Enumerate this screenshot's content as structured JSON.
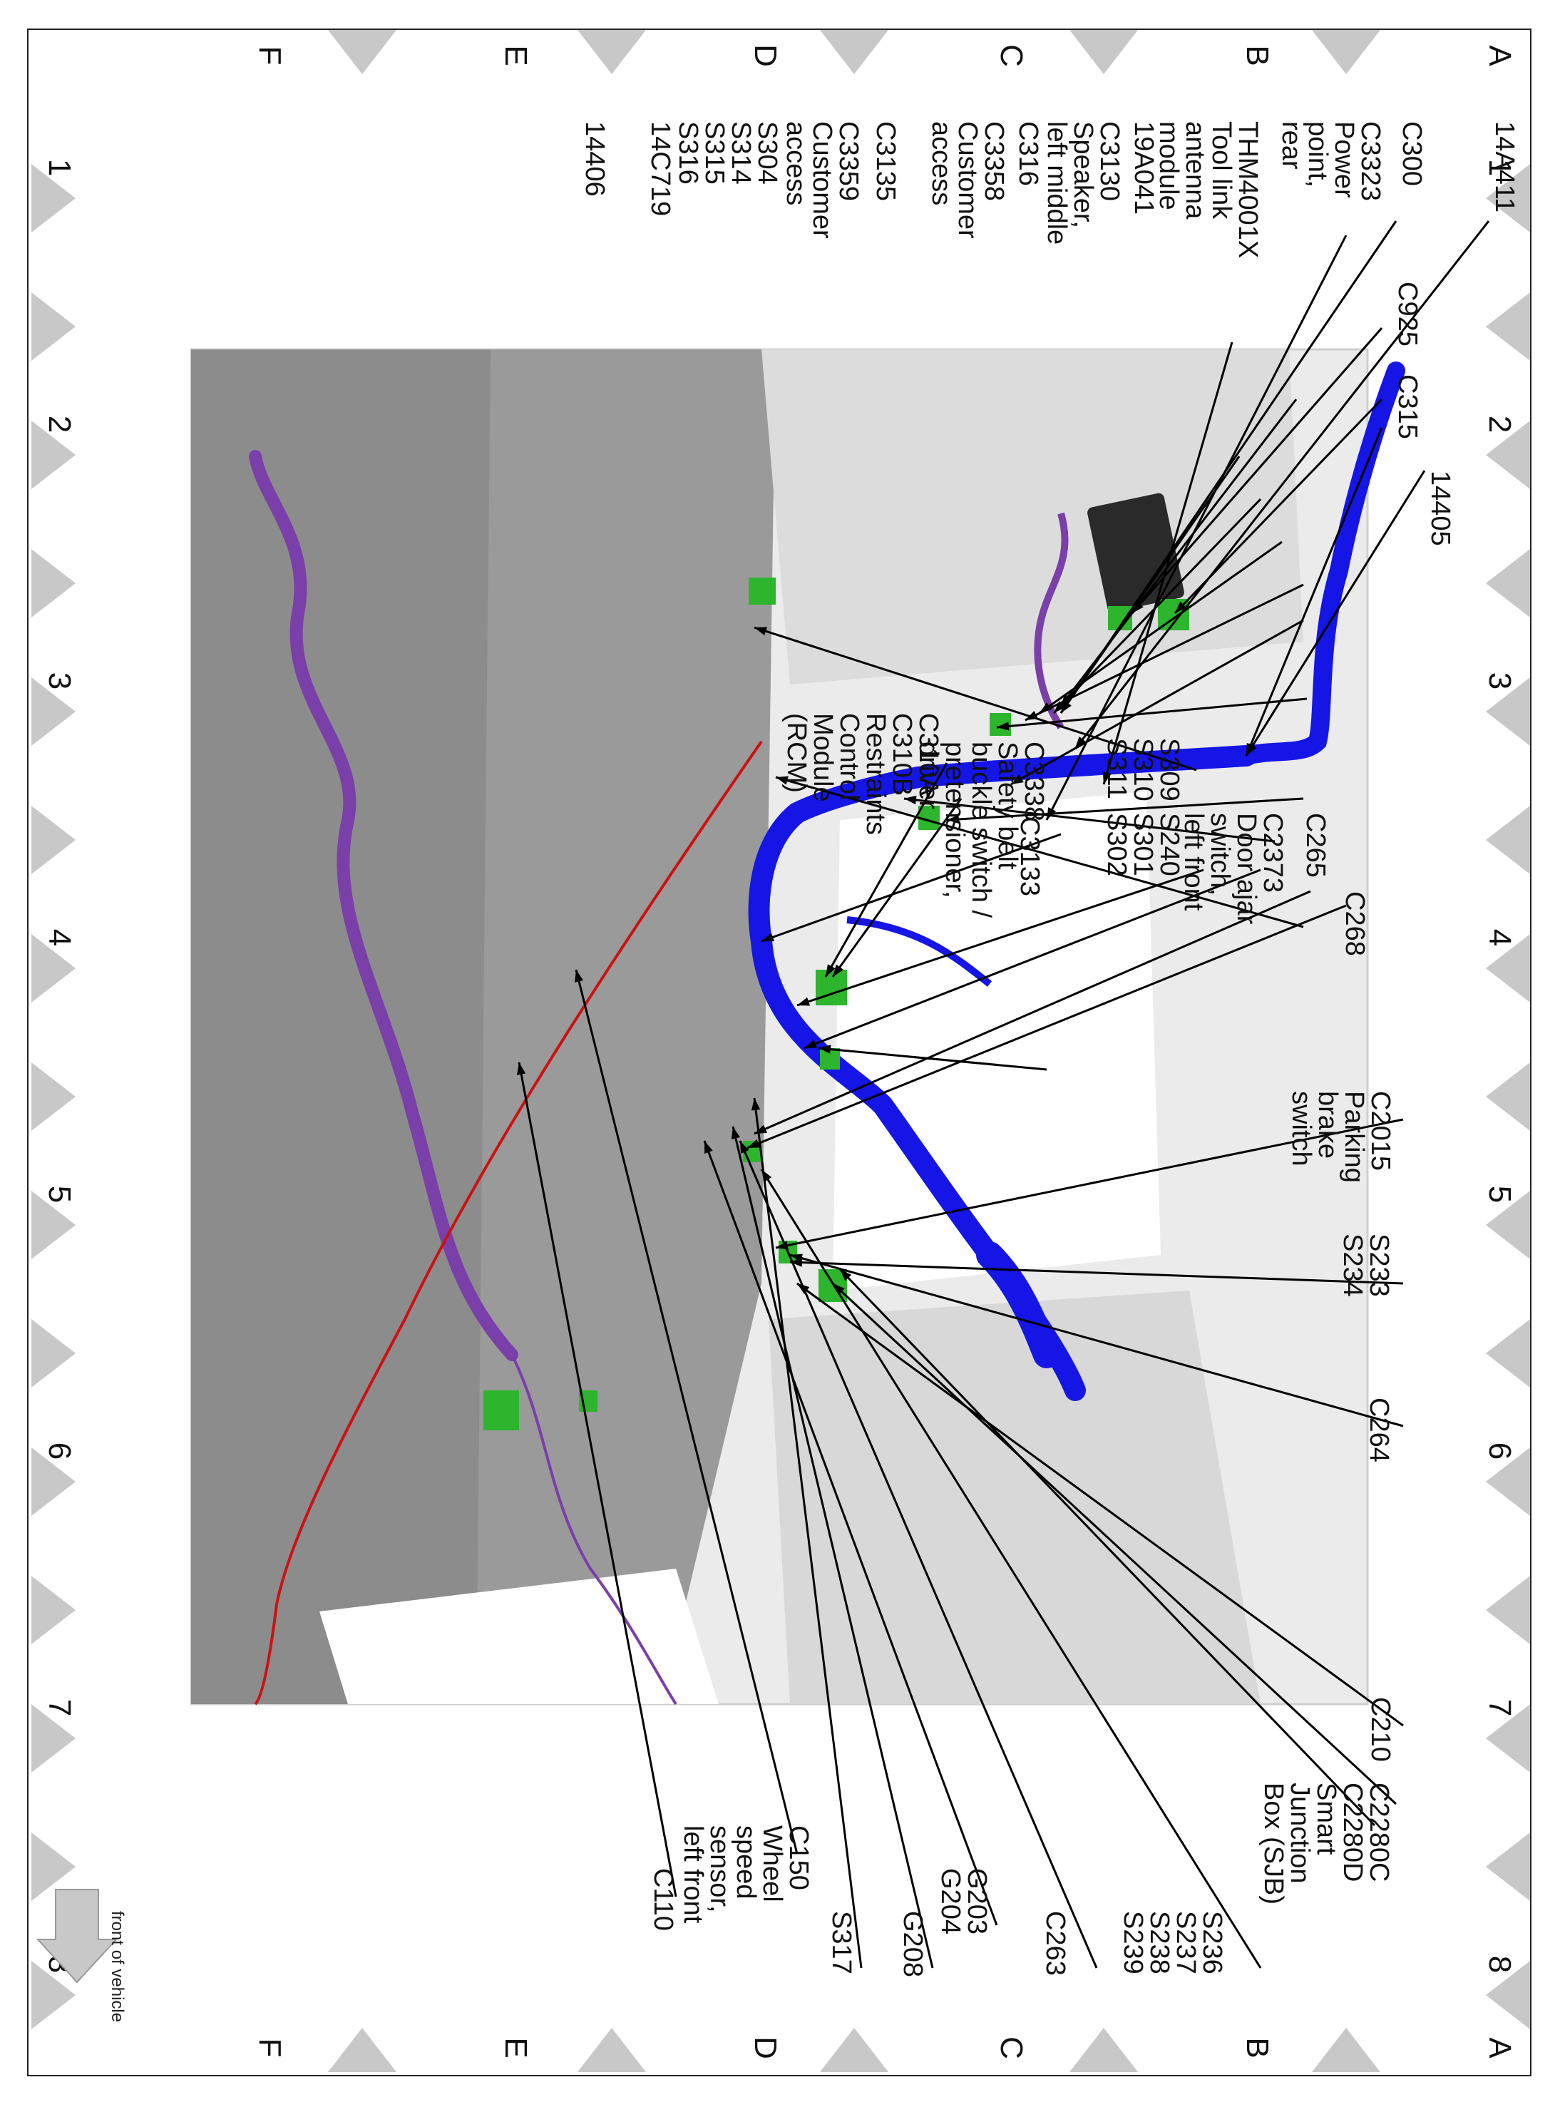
{
  "diagram": {
    "colors": {
      "main_harness": "#1515e6",
      "purple_harness": "#7a3fa8",
      "red_wire": "#cc1111",
      "connector": "#2db52d",
      "body": "#e6e6e6"
    },
    "grid": {
      "columns": [
        "1",
        "2",
        "3",
        "4",
        "5",
        "6",
        "7",
        "8"
      ],
      "rows": [
        "A",
        "B",
        "C",
        "D",
        "E",
        "F"
      ]
    },
    "labels": {
      "l_14A411": "14A411",
      "l_C300": "C300",
      "l_C3323": "C3323\nPower\npoint,\nrear",
      "l_THM": "THM4001X\nTool link\nantenna\nmodule",
      "l_19A041": "19A041",
      "l_C3130": "C3130\nSpeaker,\nleft middle",
      "l_C316": "C316",
      "l_C3358": "C3358\nCustomer\naccess",
      "l_C3135": "C3135",
      "l_C3359": "C3359\nCustomer\naccess",
      "l_S304": "S304\nS314\nS315\nS316",
      "l_14C719": "14C719",
      "l_14406": "14406",
      "l_C925": "C925",
      "l_C315": "C315",
      "l_14405": "14405",
      "l_S309": "S309\nS310\nS311",
      "l_S240": "S240\nS301\nS302",
      "l_C2373": "C2373\nDoor ajar\nswitch,\nleft front",
      "l_C265": "C265",
      "l_C268": "C268",
      "l_C3338": "C3338\nSafety belt\nbuckle switch /\npretensioner,\ndriver",
      "l_C3133": "C3133",
      "l_C310A": "C310A\nC310B\nRestraints\nControl\nModule\n(RCM)",
      "l_C2015": "C2015\nParking\nbrake\nswitch",
      "l_S233": "S233\nS234",
      "l_C264": "C264",
      "l_C210": "C210",
      "l_C2280C": "C2280C\nC2280D\nSmart\nJunction\nBox (SJB)",
      "l_S236": "S236\nS237\nS238\nS239",
      "l_C263": "C263",
      "l_G203": "G203\nG204",
      "l_G208": "G208",
      "l_S317": "S317",
      "l_C150": "C150\nWheel\nspeed\nsensor,\nleft front",
      "l_C110": "C110"
    },
    "front_of_vehicle": "front of vehicle"
  }
}
